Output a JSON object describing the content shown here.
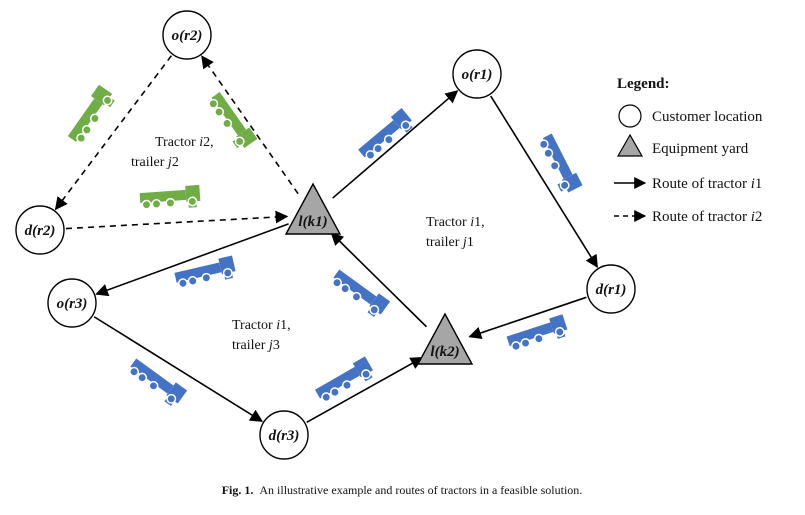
{
  "nodes": [
    {
      "id": "or2",
      "shape": "circle",
      "label_main": "o",
      "label_sub": "r2"
    },
    {
      "id": "dr2",
      "shape": "circle",
      "label_main": "d",
      "label_sub": "r2"
    },
    {
      "id": "lk1",
      "shape": "triangle",
      "label_main": "l",
      "label_sub": "k1"
    },
    {
      "id": "or1",
      "shape": "circle",
      "label_main": "o",
      "label_sub": "r1"
    },
    {
      "id": "dr1",
      "shape": "circle",
      "label_main": "d",
      "label_sub": "r1"
    },
    {
      "id": "lk2",
      "shape": "triangle",
      "label_main": "l",
      "label_sub": "k2"
    },
    {
      "id": "or3",
      "shape": "circle",
      "label_main": "o",
      "label_sub": "r3"
    },
    {
      "id": "dr3",
      "shape": "circle",
      "label_main": "d",
      "label_sub": "r3"
    }
  ],
  "edges": [
    {
      "from": "or2",
      "to": "dr2",
      "style": "dashed"
    },
    {
      "from": "dr2",
      "to": "lk1",
      "style": "dashed"
    },
    {
      "from": "lk1",
      "to": "or2",
      "style": "dashed"
    },
    {
      "from": "lk1",
      "to": "or1",
      "style": "solid"
    },
    {
      "from": "or1",
      "to": "dr1",
      "style": "solid"
    },
    {
      "from": "dr1",
      "to": "lk2",
      "style": "solid"
    },
    {
      "from": "lk2",
      "to": "lk1",
      "style": "solid"
    },
    {
      "from": "lk1",
      "to": "or3",
      "style": "solid"
    },
    {
      "from": "or3",
      "to": "dr3",
      "style": "solid"
    },
    {
      "from": "dr3",
      "to": "lk2",
      "style": "solid"
    }
  ],
  "annotations": [
    {
      "id": "a-i2",
      "line1_pre": "Tractor ",
      "line1_var": "i",
      "line1_num": "2,",
      "line2_pre": "trailer ",
      "line2_var": "j",
      "line2_num": "2"
    },
    {
      "id": "a-i1-j1",
      "line1_pre": "Tractor ",
      "line1_var": "i",
      "line1_num": "1,",
      "line2_pre": "trailer ",
      "line2_var": "j",
      "line2_num": "1"
    },
    {
      "id": "a-i1-j3",
      "line1_pre": "Tractor ",
      "line1_var": "i",
      "line1_num": "1,",
      "line2_pre": "trailer ",
      "line2_var": "j",
      "line2_num": "3"
    }
  ],
  "legend": {
    "title": "Legend:",
    "items": [
      {
        "symbol": "circle",
        "text": "Customer location"
      },
      {
        "symbol": "triangle",
        "text": "Equipment yard"
      },
      {
        "symbol": "solid-arrow",
        "text": "Route of tractor ",
        "var": "i",
        "num": "1"
      },
      {
        "symbol": "dashed-arrow",
        "text": "Route of tractor ",
        "var": "i",
        "num": "2"
      }
    ]
  },
  "caption": {
    "label": "Fig. 1.",
    "text": "An illustrative example and routes of tractors in a feasible solution."
  },
  "colors": {
    "tractor_i1": "#4472c4",
    "tractor_i2": "#70ad47",
    "triangle_fill": "#a6a6a6",
    "line": "#000000"
  },
  "vehicles": [
    {
      "color": "tractor_i2",
      "near": "or2-dr2"
    },
    {
      "color": "tractor_i2",
      "near": "lk1-or2"
    },
    {
      "color": "tractor_i2",
      "near": "dr2-lk1"
    },
    {
      "color": "tractor_i1",
      "near": "lk1-or1"
    },
    {
      "color": "tractor_i1",
      "near": "or1-dr1"
    },
    {
      "color": "tractor_i1",
      "near": "dr1-lk2"
    },
    {
      "color": "tractor_i1",
      "near": "lk2-lk1"
    },
    {
      "color": "tractor_i1",
      "near": "lk1-or3"
    },
    {
      "color": "tractor_i1",
      "near": "or3-dr3"
    },
    {
      "color": "tractor_i1",
      "near": "dr3-lk2"
    }
  ]
}
